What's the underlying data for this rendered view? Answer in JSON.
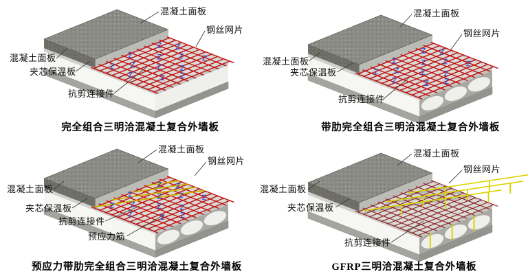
{
  "figure": {
    "background": "#ffffff",
    "panels": [
      {
        "name": "fully-composite-sandwich-wall-panel",
        "caption": "完全组合三明洽混凝土复合外墙板",
        "labels": {
          "top_panel": "混凝土面板",
          "wire_mesh": "钢丝网片",
          "left_panel": "混凝土面板",
          "foam": "夹芯保温板",
          "connector": "抗剪连接件"
        },
        "variant": {
          "wavy_end": false,
          "strands": "none",
          "z_clips": true
        },
        "mesh_color": "#c11212",
        "clip_color": "#3a4ec0"
      },
      {
        "name": "ribbed-fully-composite-sandwich-wall-panel",
        "caption": "带肋完全组合三明洽混凝土复合外墙板",
        "labels": {
          "top_panel": "混凝土面板",
          "wire_mesh": "钢丝网片",
          "left_panel": "混凝土面板",
          "foam": "夹芯保温板",
          "connector": "抗剪连接件"
        },
        "variant": {
          "wavy_end": true,
          "strands": "none",
          "z_clips": true
        },
        "mesh_color": "#c11212",
        "clip_color": "#3a4ec0"
      },
      {
        "name": "prestressed-ribbed-fully-composite-sandwich-wall-panel",
        "caption": "预应力带肋完全组合三明洽混凝土复合外墙板",
        "labels": {
          "top_panel": "混凝土面板",
          "wire_mesh": "钢丝网片",
          "left_panel": "混凝土面板",
          "foam": "夹芯保温板",
          "connector": "抗剪连接件",
          "strand": "预应力筋"
        },
        "variant": {
          "wavy_end": true,
          "strands": "diagonal",
          "z_clips": true
        },
        "mesh_color": "#c11212",
        "clip_color": "#3a4ec0",
        "strand_color": "#c9b500"
      },
      {
        "name": "gfrp-sandwich-wall-panel",
        "caption": "GFRP三明洽混凝土复合外墙板",
        "labels": {
          "top_panel": "混凝土面板",
          "wire_mesh": "钢丝网片",
          "left_panel": "混凝土面板",
          "foam": "夹芯保温板",
          "connector": "抗剪连接件"
        },
        "variant": {
          "wavy_end": true,
          "strands": "rails",
          "z_clips": false
        },
        "mesh_color": "#8b2222",
        "clip_color": "#3a4ec0",
        "strand_color": "#d9d400"
      }
    ],
    "colors": {
      "slab_top": "#8c8c87",
      "slab_front": "#6e6d66",
      "slab_cut": "#bcbcb7",
      "surface": "#dadad6",
      "topping_front": "#d0d0cc",
      "topping_end": "#c4c4c0",
      "foam_front": "#f6f6f3",
      "foam_end": "#efefec",
      "foam_shadow": "#a9a9a4",
      "bottom_front": "#a5a5a0",
      "bottom_end": "#94948f",
      "groove": "#b7b7b2",
      "leader": "#3d3d3d",
      "text": "#0d0d0d"
    }
  }
}
